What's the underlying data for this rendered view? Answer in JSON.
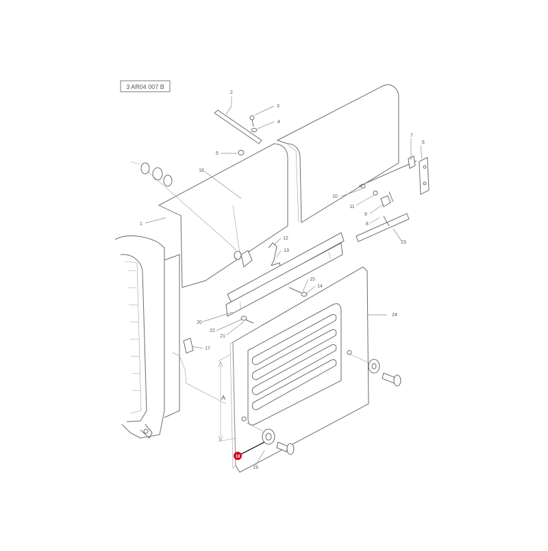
{
  "diagram": {
    "ref_code": "3 AR04 007 B",
    "dimension_label": "A",
    "highlight_color": "#d0021b",
    "highlighted_part": "18",
    "callouts": [
      "1",
      "2",
      "3",
      "4",
      "5",
      "6",
      "7",
      "8",
      "9",
      "10",
      "11",
      "12",
      "13",
      "14",
      "15",
      "16",
      "17",
      "18",
      "19",
      "20",
      "21",
      "22",
      "23",
      "24"
    ]
  }
}
